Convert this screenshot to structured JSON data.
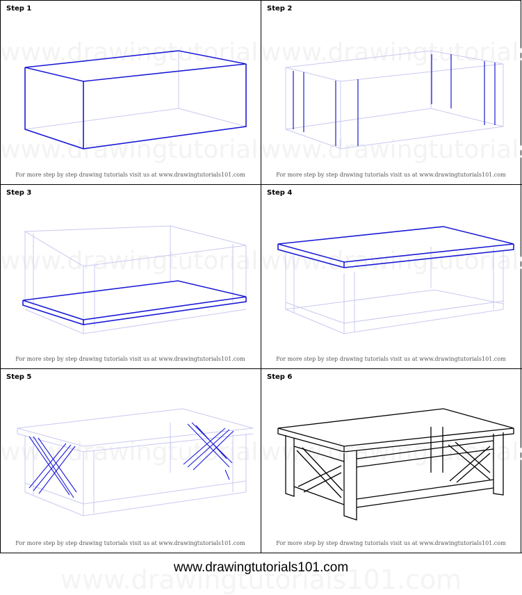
{
  "panels": [
    {
      "step": "Step 1",
      "caption": "For more step by step drawing tutorials visit us at www.drawingtutorials101.com"
    },
    {
      "step": "Step 2",
      "caption": "For more step by step drawing tutorials visit us at www.drawingtutorials101.com"
    },
    {
      "step": "Step 3",
      "caption": "For more step by step drawing tutorials visit us at www.drawingtutorials101.com"
    },
    {
      "step": "Step 4",
      "caption": "For more step by step drawing tutorials visit us at www.drawingtutorials101.com"
    },
    {
      "step": "Step 5",
      "caption": "For more step by step drawing tutorials visit us at www.drawingtutorials101.com"
    },
    {
      "step": "Step 6",
      "caption": "For more step by step drawing tutorials visit us at www.drawingtutorials101.com"
    }
  ],
  "watermark": "www.drawingtutorials101.com",
  "footer": "www.drawingtutorials101.com",
  "colors": {
    "guide": "#c8c8f0",
    "active": "#1a1ad6",
    "final": "#000000"
  }
}
